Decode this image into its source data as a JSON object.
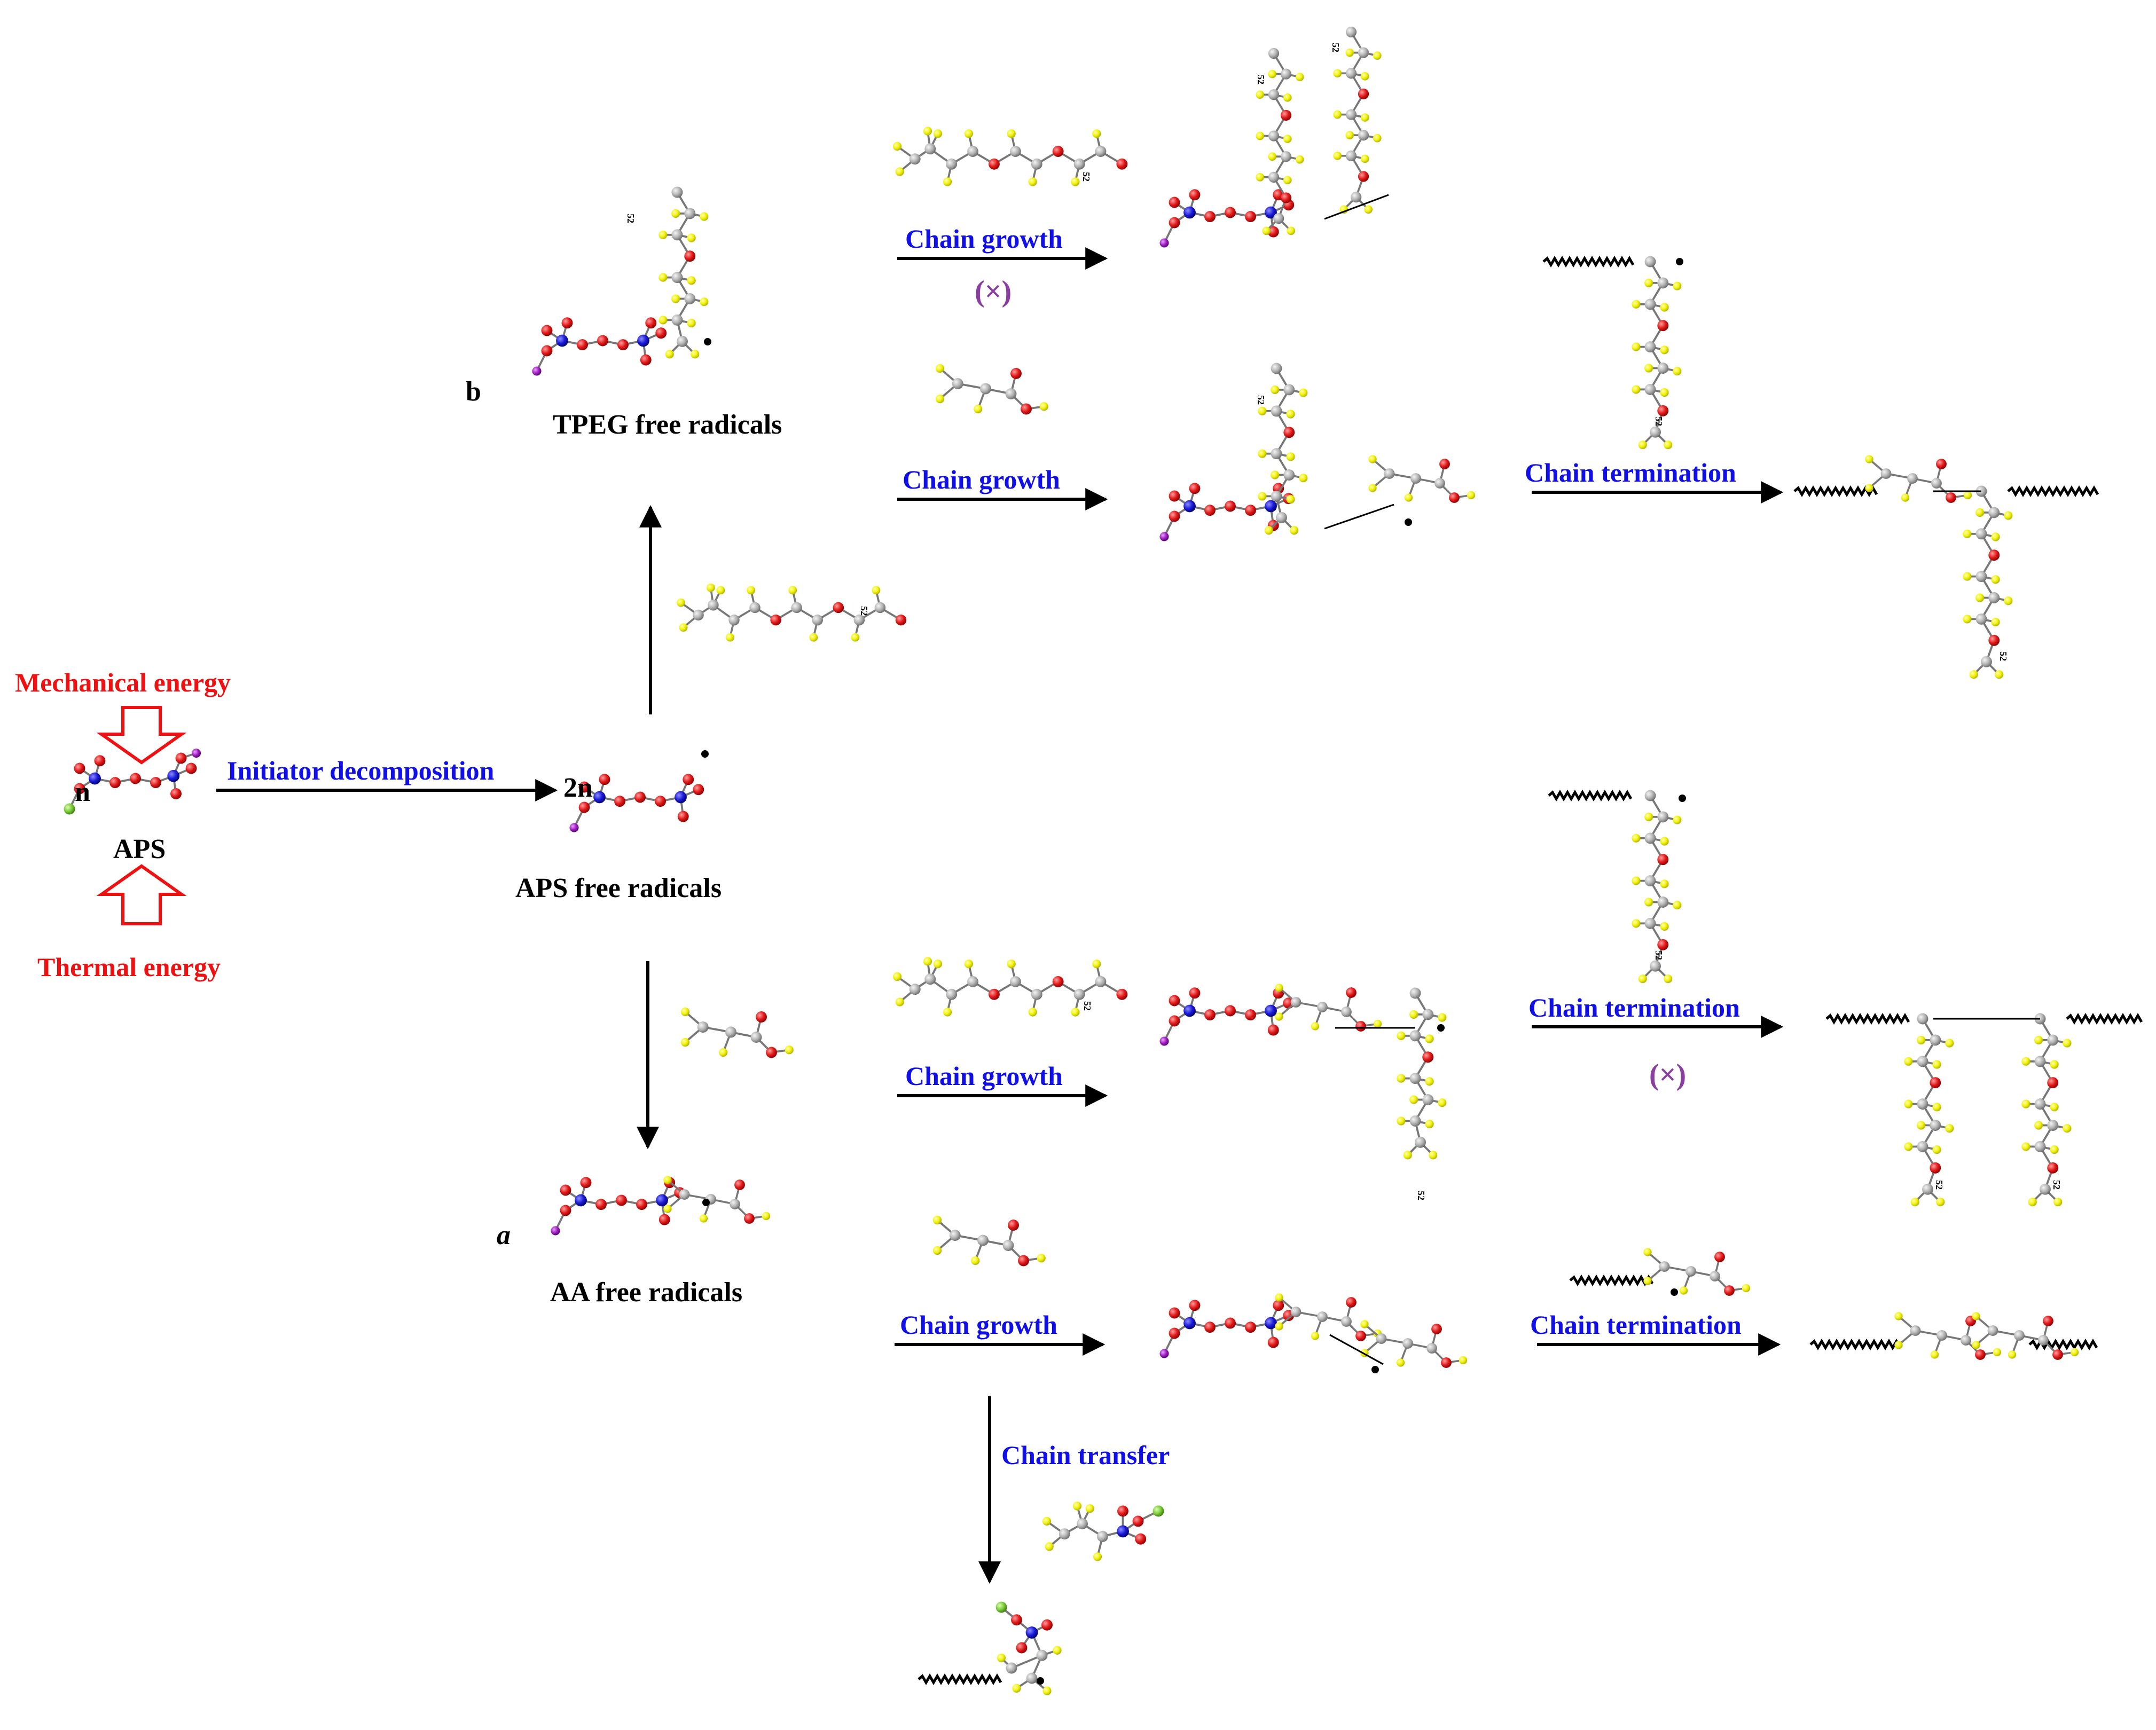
{
  "colors": {
    "step_label": "#1010e6",
    "energy_label": "#ee1111",
    "forbidden_mark": "#8a3fa0",
    "species_label": "#000000",
    "atom_carbon": "#aaaaaa",
    "atom_hydrogen": "#f2f20a",
    "atom_oxygen": "#e21a1a",
    "atom_sulfur": "#1a1ad6",
    "atom_nitrogen": "#a020c0",
    "atom_sodium": "#7ccc3a"
  },
  "energy": {
    "mechanical": "Mechanical  energy",
    "thermal": "Thermal  energy"
  },
  "species": {
    "aps": "APS",
    "aps_coefficient": "n",
    "aps_radical_coefficient": "2n",
    "aps_radicals": "APS free radicals",
    "tpeg_radicals": "TPEG  free radicals",
    "aa_radicals": "AA free radicals",
    "path_b": "b",
    "path_a": "a"
  },
  "steps": {
    "initiator_decomposition": "Initiator  decomposition",
    "chain_growth": "Chain  growth",
    "chain_termination": "Chain  termination",
    "chain_transfer": "Chain  transfer"
  },
  "forbidden_mark": "(×)",
  "repeat_unit_label": "52",
  "radical_dot": "•"
}
